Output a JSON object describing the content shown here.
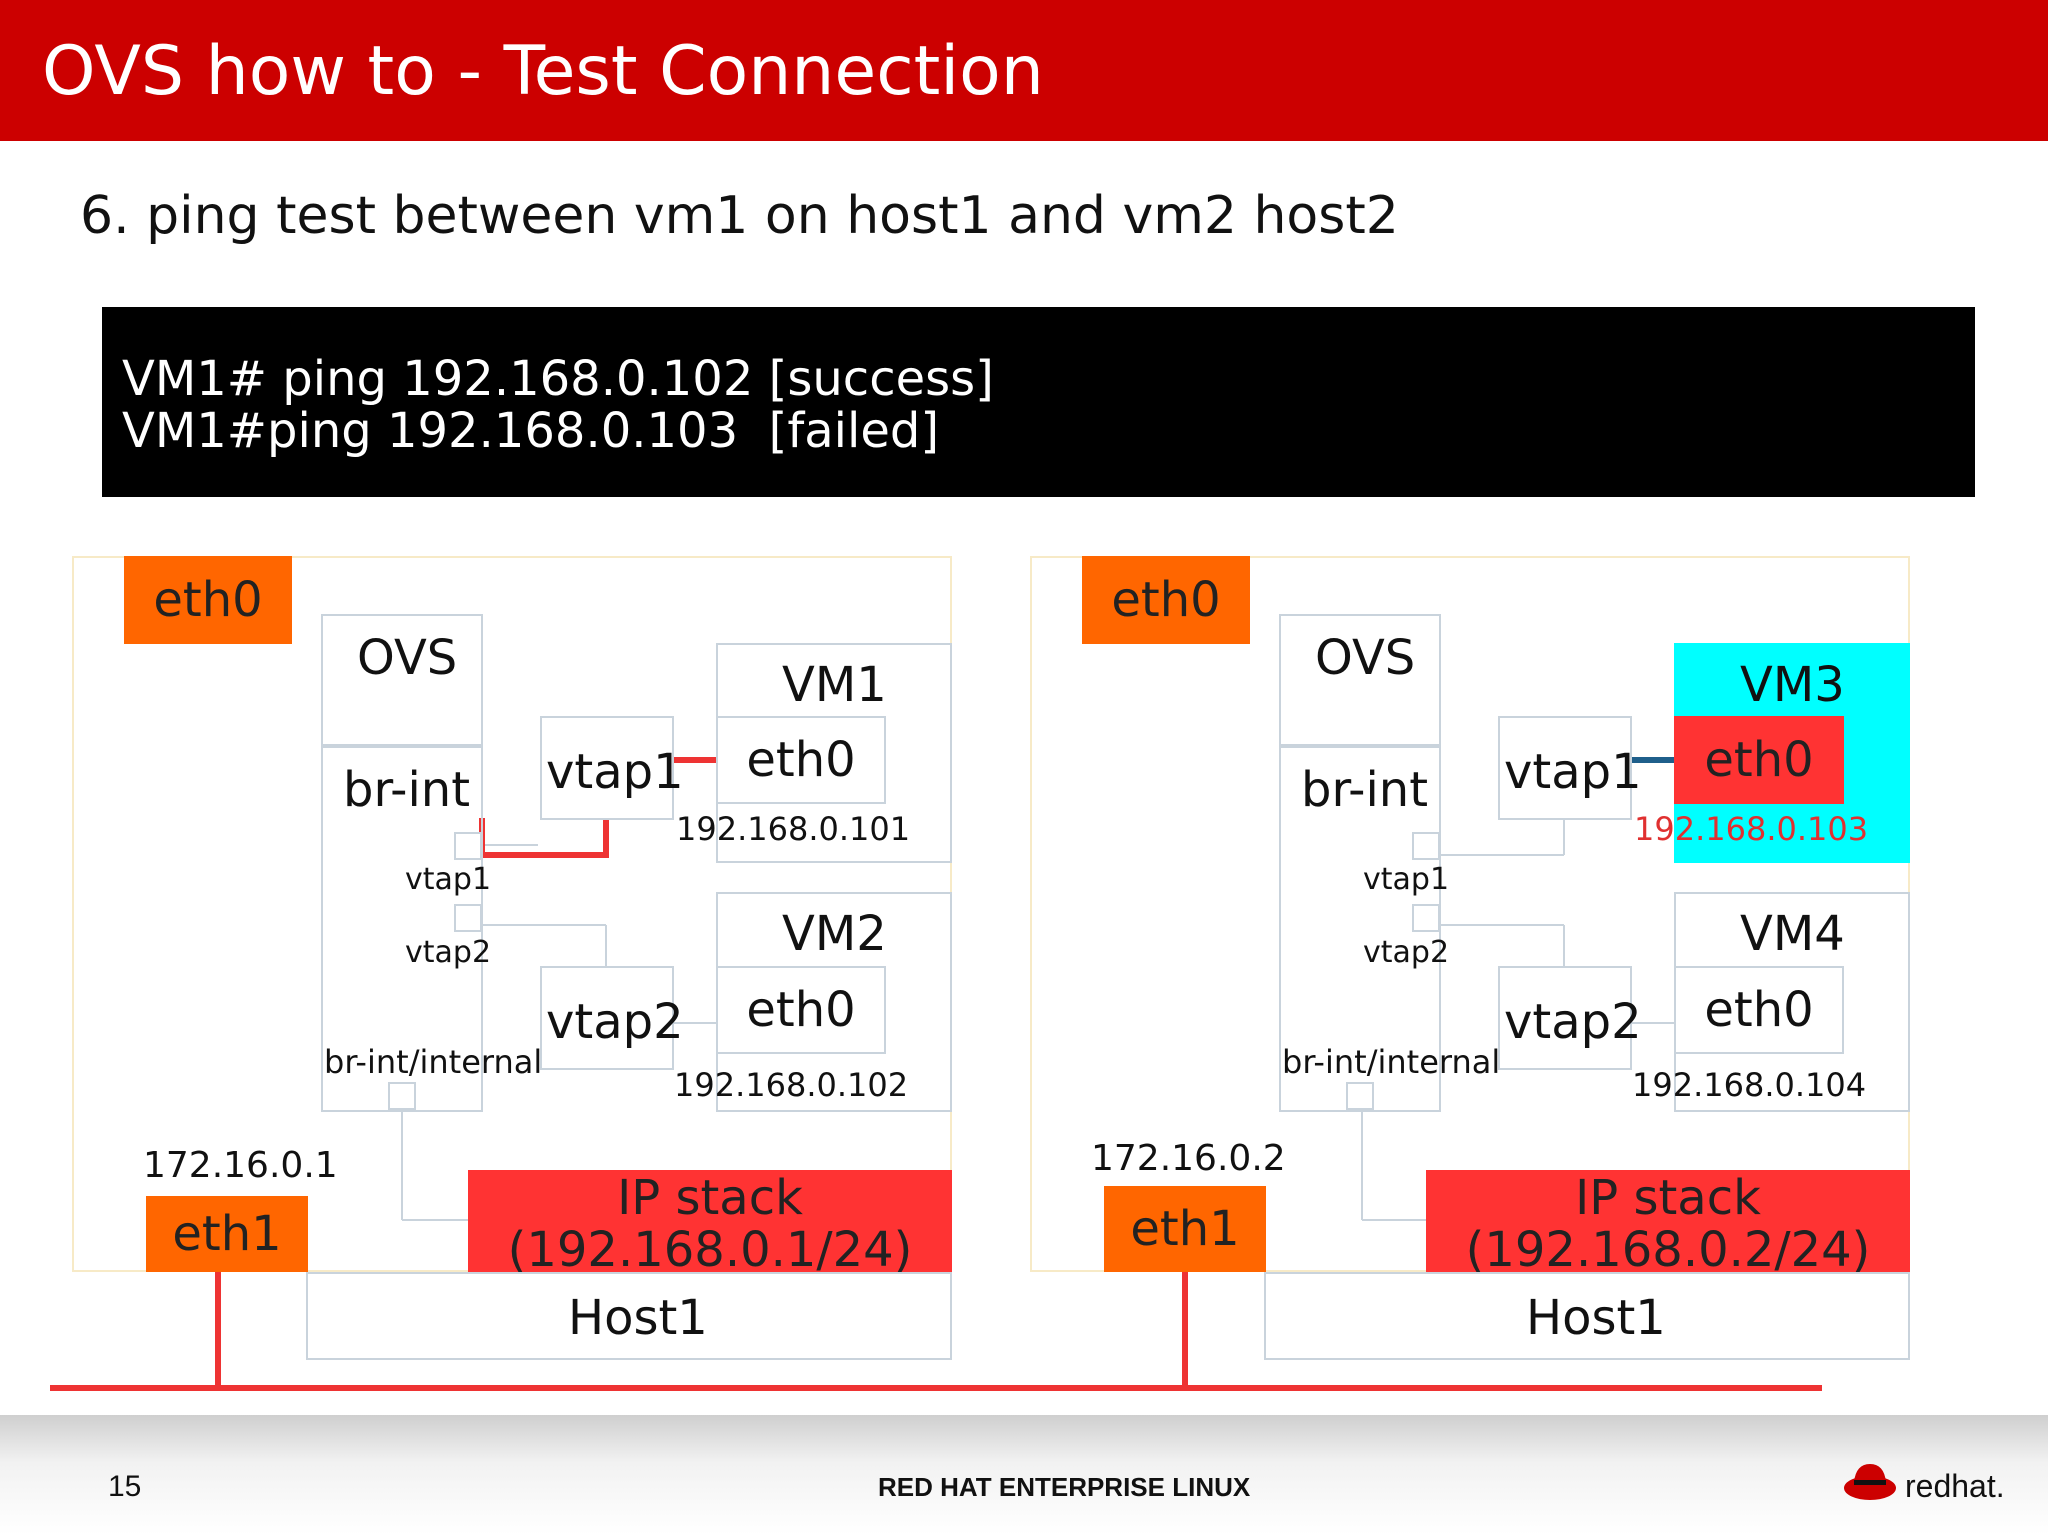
{
  "header": {
    "title": "OVS how to - Test Connection"
  },
  "subtitle": "6. ping test between vm1 on host1 and vm2 host2",
  "terminal": {
    "lines": [
      "VM1# ping 192.168.0.102 [success]",
      "VM1#ping 192.168.0.103  [failed]"
    ]
  },
  "hosts": [
    {
      "eth0": "eth0",
      "ovs": "OVS",
      "br_int": "br-int",
      "port_vtap1": "vtap1",
      "port_vtap2": "vtap2",
      "br_int_internal": "br-int/internal",
      "vtap1": "vtap1",
      "vtap2": "vtap2",
      "vm_top": {
        "name": "VM1",
        "eth": "eth0",
        "ip": "192.168.0.101"
      },
      "vm_bottom": {
        "name": "VM2",
        "eth": "eth0",
        "ip": "192.168.0.102"
      },
      "mgmt_ip": "172.16.0.1",
      "eth1": "eth1",
      "ip_stack": {
        "title": "IP stack",
        "subnet": "(192.168.0.1/24)"
      },
      "host_label": "Host1"
    },
    {
      "eth0": "eth0",
      "ovs": "OVS",
      "br_int": "br-int",
      "port_vtap1": "vtap1",
      "port_vtap2": "vtap2",
      "br_int_internal": "br-int/internal",
      "vtap1": "vtap1",
      "vtap2": "vtap2",
      "vm_top": {
        "name": "VM3",
        "eth": "eth0",
        "ip": "192.168.0.103"
      },
      "vm_bottom": {
        "name": "VM4",
        "eth": "eth0",
        "ip": "192.168.0.104"
      },
      "mgmt_ip": "172.16.0.2",
      "eth1": "eth1",
      "ip_stack": {
        "title": "IP stack",
        "subnet": "(192.168.0.2/24)"
      },
      "host_label": "Host1"
    }
  ],
  "colors": {
    "header_red": "#cc0000",
    "interface_orange": "#ff6600",
    "ip_stack_red": "#ff3333",
    "vm3_cyan": "#00ffff",
    "link_red": "#ee3333",
    "link_blue": "#1f5f8b",
    "failed_ip_red": "#e03030"
  },
  "footer": {
    "page_number": "15",
    "center": "RED HAT ENTERPRISE LINUX",
    "logo_text": "redhat."
  }
}
